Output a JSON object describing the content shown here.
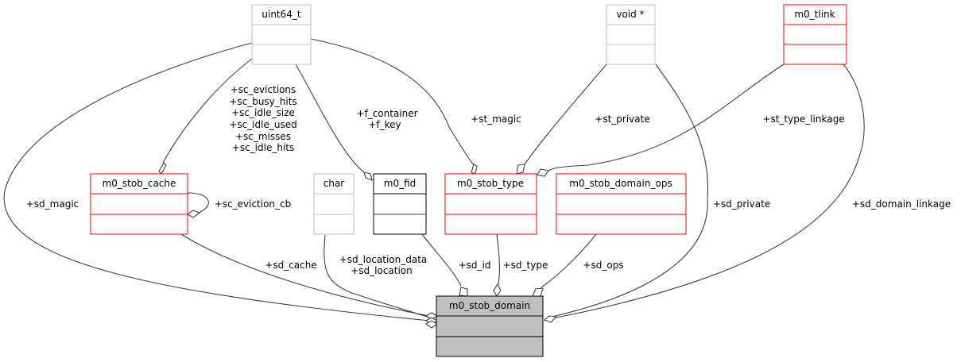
{
  "diagram": {
    "type": "collaboration-graph",
    "focus_class": "m0_stob_domain",
    "colors": {
      "focus_fill": "#bfbfbf",
      "focus_border": "#000000",
      "documented_border": "#000000",
      "undocumented_border": "#ff0000",
      "builtin_border": "#bfbfbf",
      "edge": "#404040"
    },
    "nodes": [
      {
        "id": "uint64_t",
        "label": "uint64_t",
        "kind": "builtin"
      },
      {
        "id": "void_ptr",
        "label": "void *",
        "kind": "builtin"
      },
      {
        "id": "m0_tlink",
        "label": "m0_tlink",
        "kind": "undocumented"
      },
      {
        "id": "m0_stob_cache",
        "label": "m0_stob_cache",
        "kind": "undocumented"
      },
      {
        "id": "char",
        "label": "char",
        "kind": "builtin"
      },
      {
        "id": "m0_fid",
        "label": "m0_fid",
        "kind": "documented"
      },
      {
        "id": "m0_stob_type",
        "label": "m0_stob_type",
        "kind": "undocumented"
      },
      {
        "id": "m0_stob_domain_ops",
        "label": "m0_stob_domain_ops",
        "kind": "undocumented"
      },
      {
        "id": "m0_stob_domain",
        "label": "m0_stob_domain",
        "kind": "focus"
      }
    ],
    "edges": [
      {
        "from": "uint64_t",
        "to": "m0_stob_domain",
        "label": [
          "+sd_magic"
        ]
      },
      {
        "from": "uint64_t",
        "to": "m0_stob_cache",
        "label": [
          "+sc_evictions",
          "+sc_busy_hits",
          "+sc_idle_size",
          "+sc_idle_used",
          "+sc_misses",
          "+sc_idle_hits"
        ]
      },
      {
        "from": "uint64_t",
        "to": "m0_fid",
        "label": [
          "+f_container",
          "+f_key"
        ]
      },
      {
        "from": "uint64_t",
        "to": "m0_stob_type",
        "label": [
          "+st_magic"
        ]
      },
      {
        "from": "void_ptr",
        "to": "m0_stob_type",
        "label": [
          "+st_private"
        ]
      },
      {
        "from": "void_ptr",
        "to": "m0_stob_domain",
        "label": [
          "+sd_private"
        ]
      },
      {
        "from": "m0_tlink",
        "to": "m0_stob_type",
        "label": [
          "+st_type_linkage"
        ]
      },
      {
        "from": "m0_tlink",
        "to": "m0_stob_domain",
        "label": [
          "+sd_domain_linkage"
        ]
      },
      {
        "from": "m0_stob_cache",
        "to": "m0_stob_cache",
        "label": [
          "+sc_eviction_cb"
        ]
      },
      {
        "from": "m0_stob_cache",
        "to": "m0_stob_domain",
        "label": [
          "+sd_cache"
        ]
      },
      {
        "from": "char",
        "to": "m0_stob_domain",
        "label": [
          "+sd_location_data",
          "+sd_location"
        ]
      },
      {
        "from": "m0_fid",
        "to": "m0_stob_domain",
        "label": [
          "+sd_id"
        ]
      },
      {
        "from": "m0_stob_type",
        "to": "m0_stob_domain",
        "label": [
          "+sd_type"
        ]
      },
      {
        "from": "m0_stob_domain_ops",
        "to": "m0_stob_domain",
        "label": [
          "+sd_ops"
        ]
      }
    ]
  }
}
